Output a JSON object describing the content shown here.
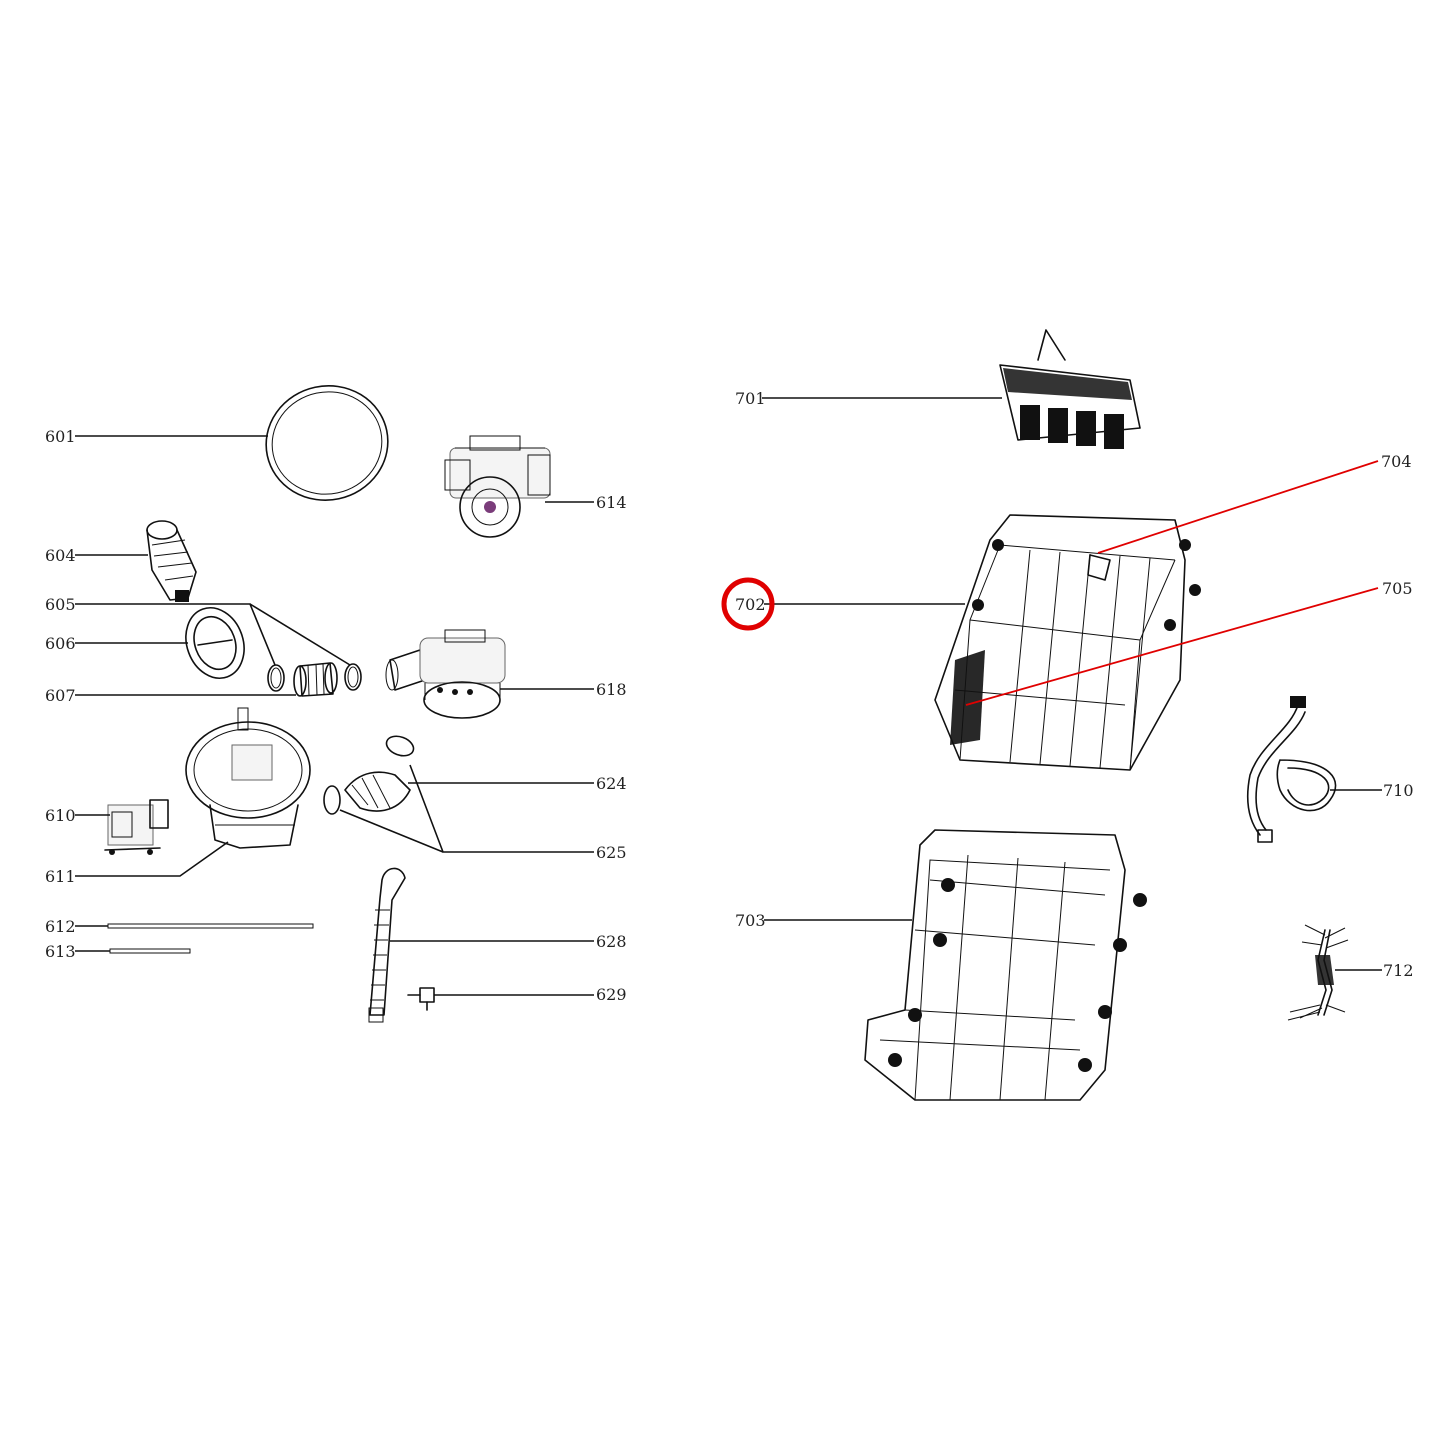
{
  "colors": {
    "leader": "#111111",
    "highlight_leader": "#e00000",
    "highlight_circle": "#e00000",
    "label": "#222222"
  },
  "labels": {
    "p601": "601",
    "p604": "604",
    "p605": "605",
    "p606": "606",
    "p607": "607",
    "p610": "610",
    "p611": "611",
    "p612": "612",
    "p613": "613",
    "p614": "614",
    "p618": "618",
    "p624": "624",
    "p625": "625",
    "p628": "628",
    "p629": "629",
    "p701": "701",
    "p702": "702",
    "p703": "703",
    "p704": "704",
    "p705": "705",
    "p710": "710",
    "p712": "712"
  },
  "highlighted_part": "702"
}
